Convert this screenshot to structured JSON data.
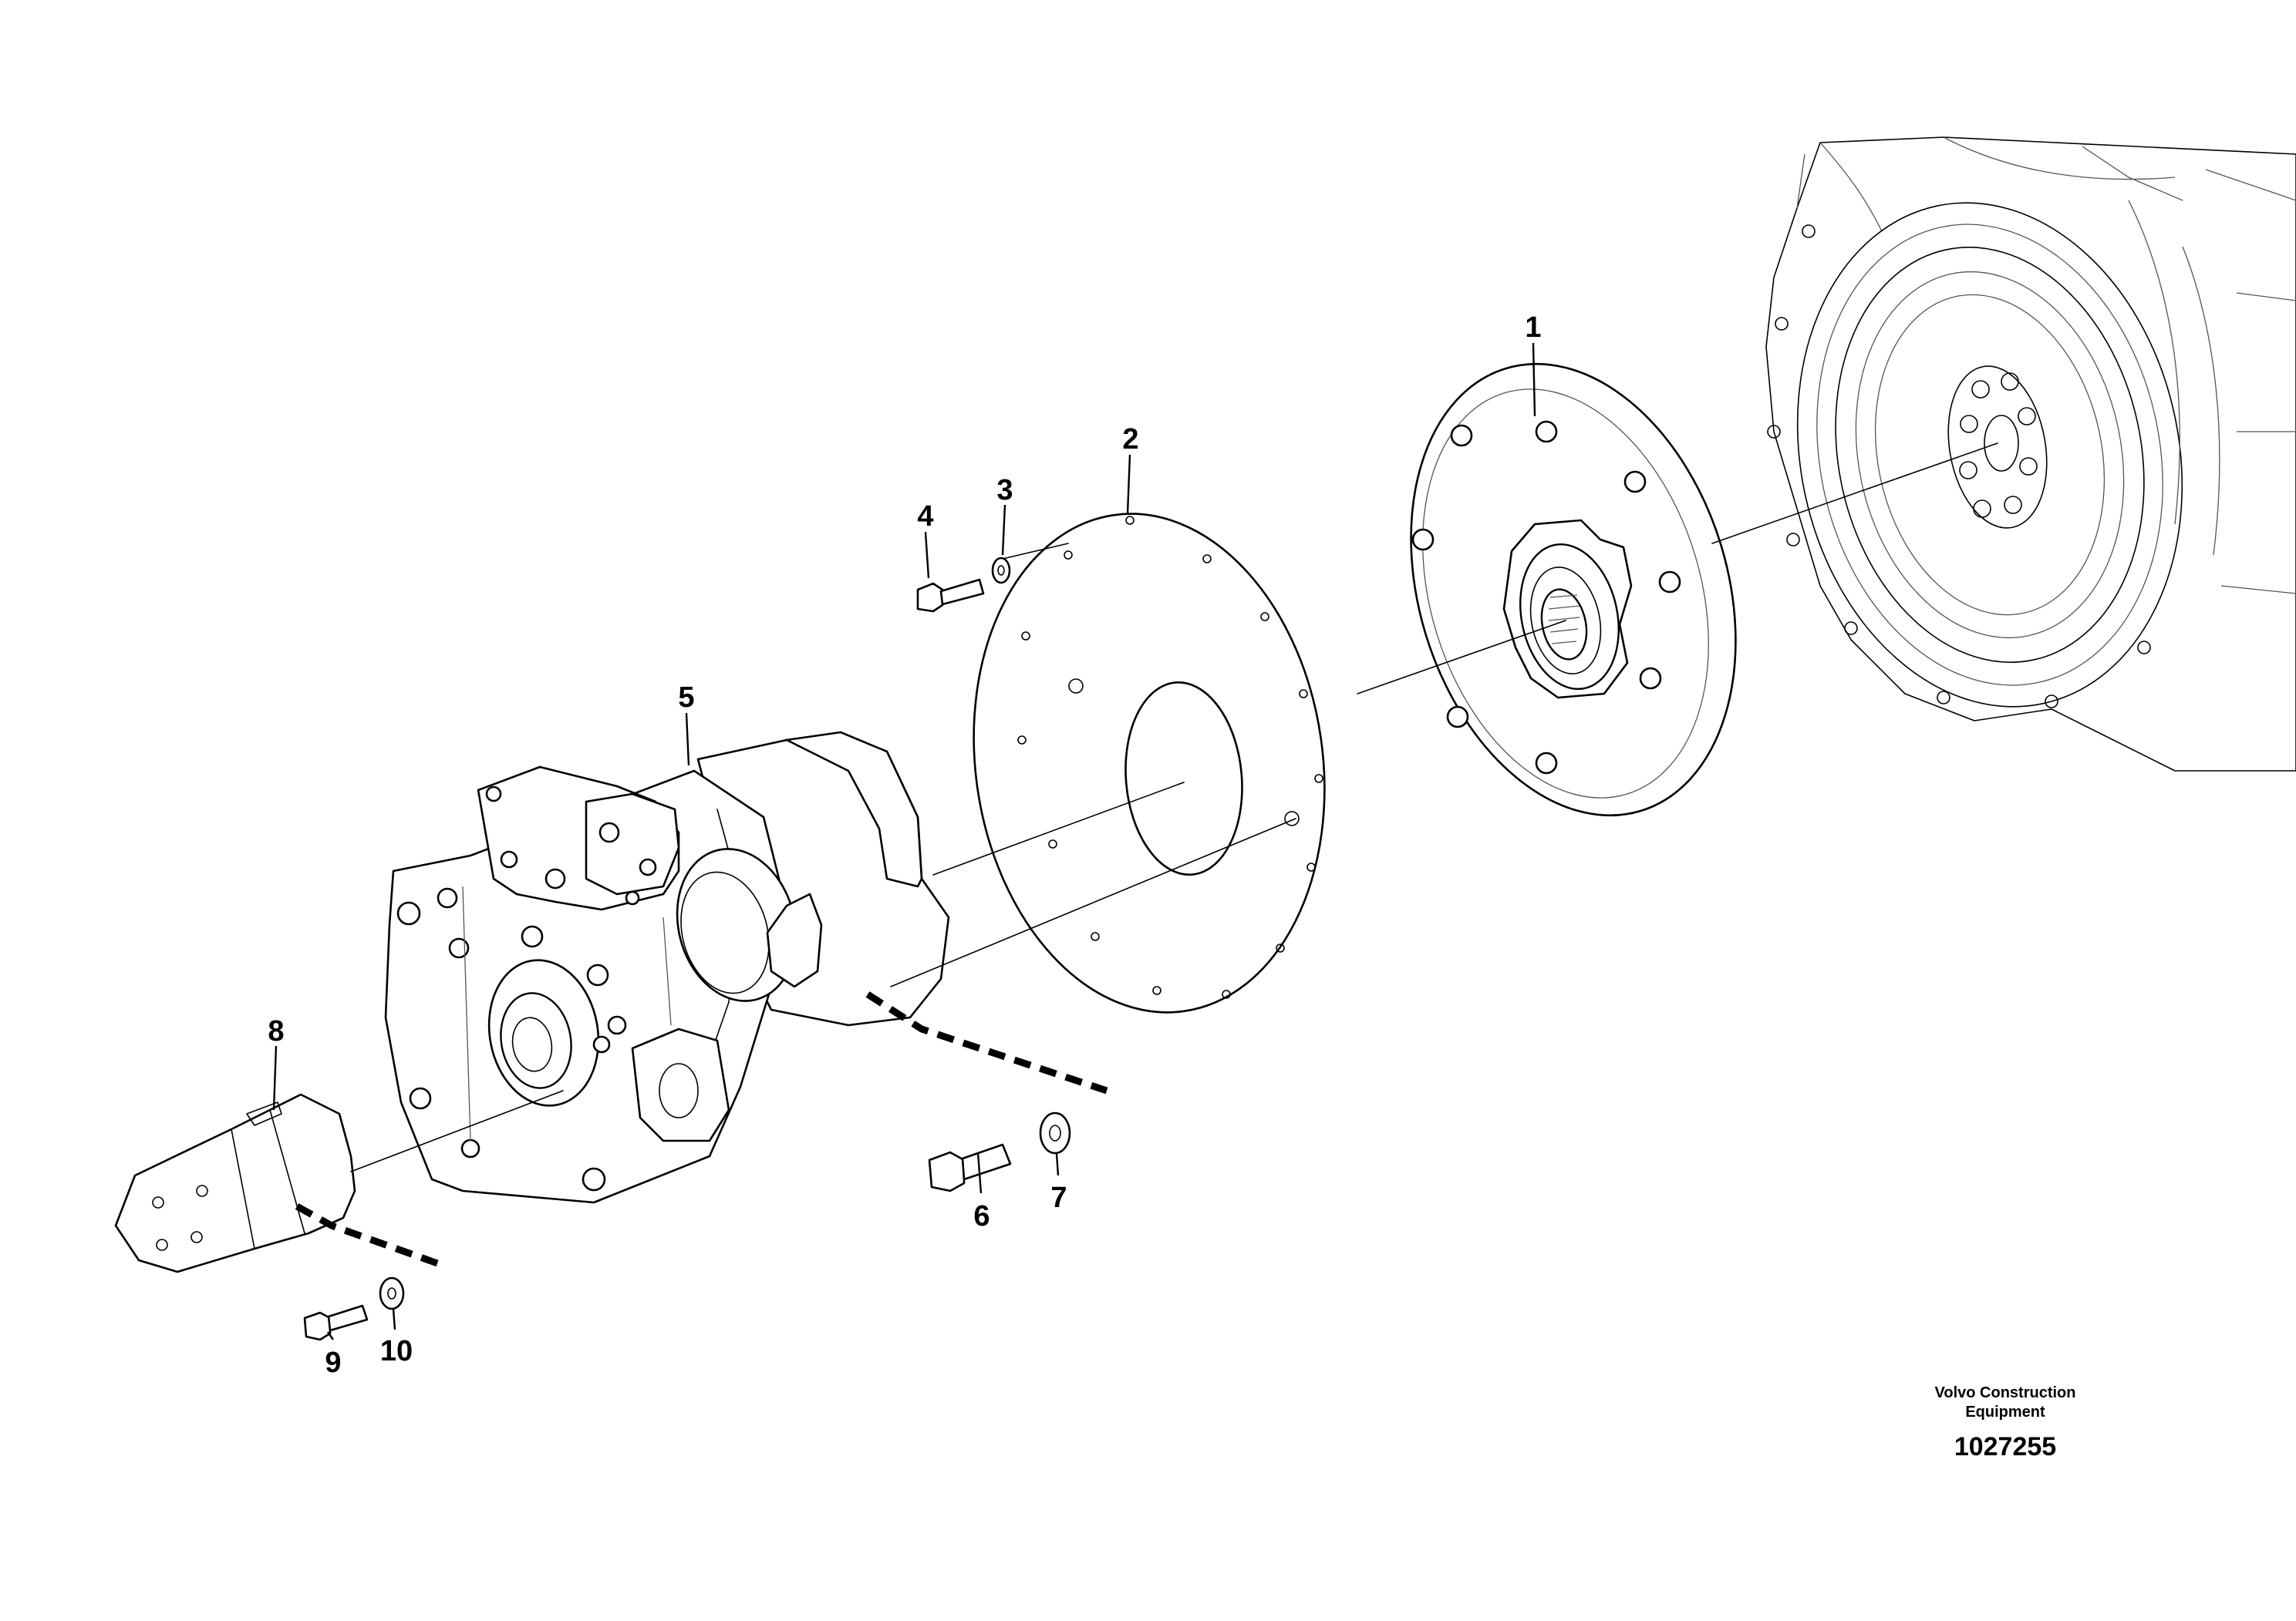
{
  "callouts": [
    {
      "id": "callout-1",
      "label": "1"
    },
    {
      "id": "callout-2",
      "label": "2"
    },
    {
      "id": "callout-3",
      "label": "3"
    },
    {
      "id": "callout-4",
      "label": "4"
    },
    {
      "id": "callout-5",
      "label": "5"
    },
    {
      "id": "callout-6",
      "label": "6"
    },
    {
      "id": "callout-7",
      "label": "7"
    },
    {
      "id": "callout-8",
      "label": "8"
    },
    {
      "id": "callout-9",
      "label": "9"
    },
    {
      "id": "callout-10",
      "label": "10"
    }
  ],
  "footer": {
    "company_line1": "Volvo Construction",
    "company_line2": "Equipment",
    "drawing_number": "1027255"
  }
}
